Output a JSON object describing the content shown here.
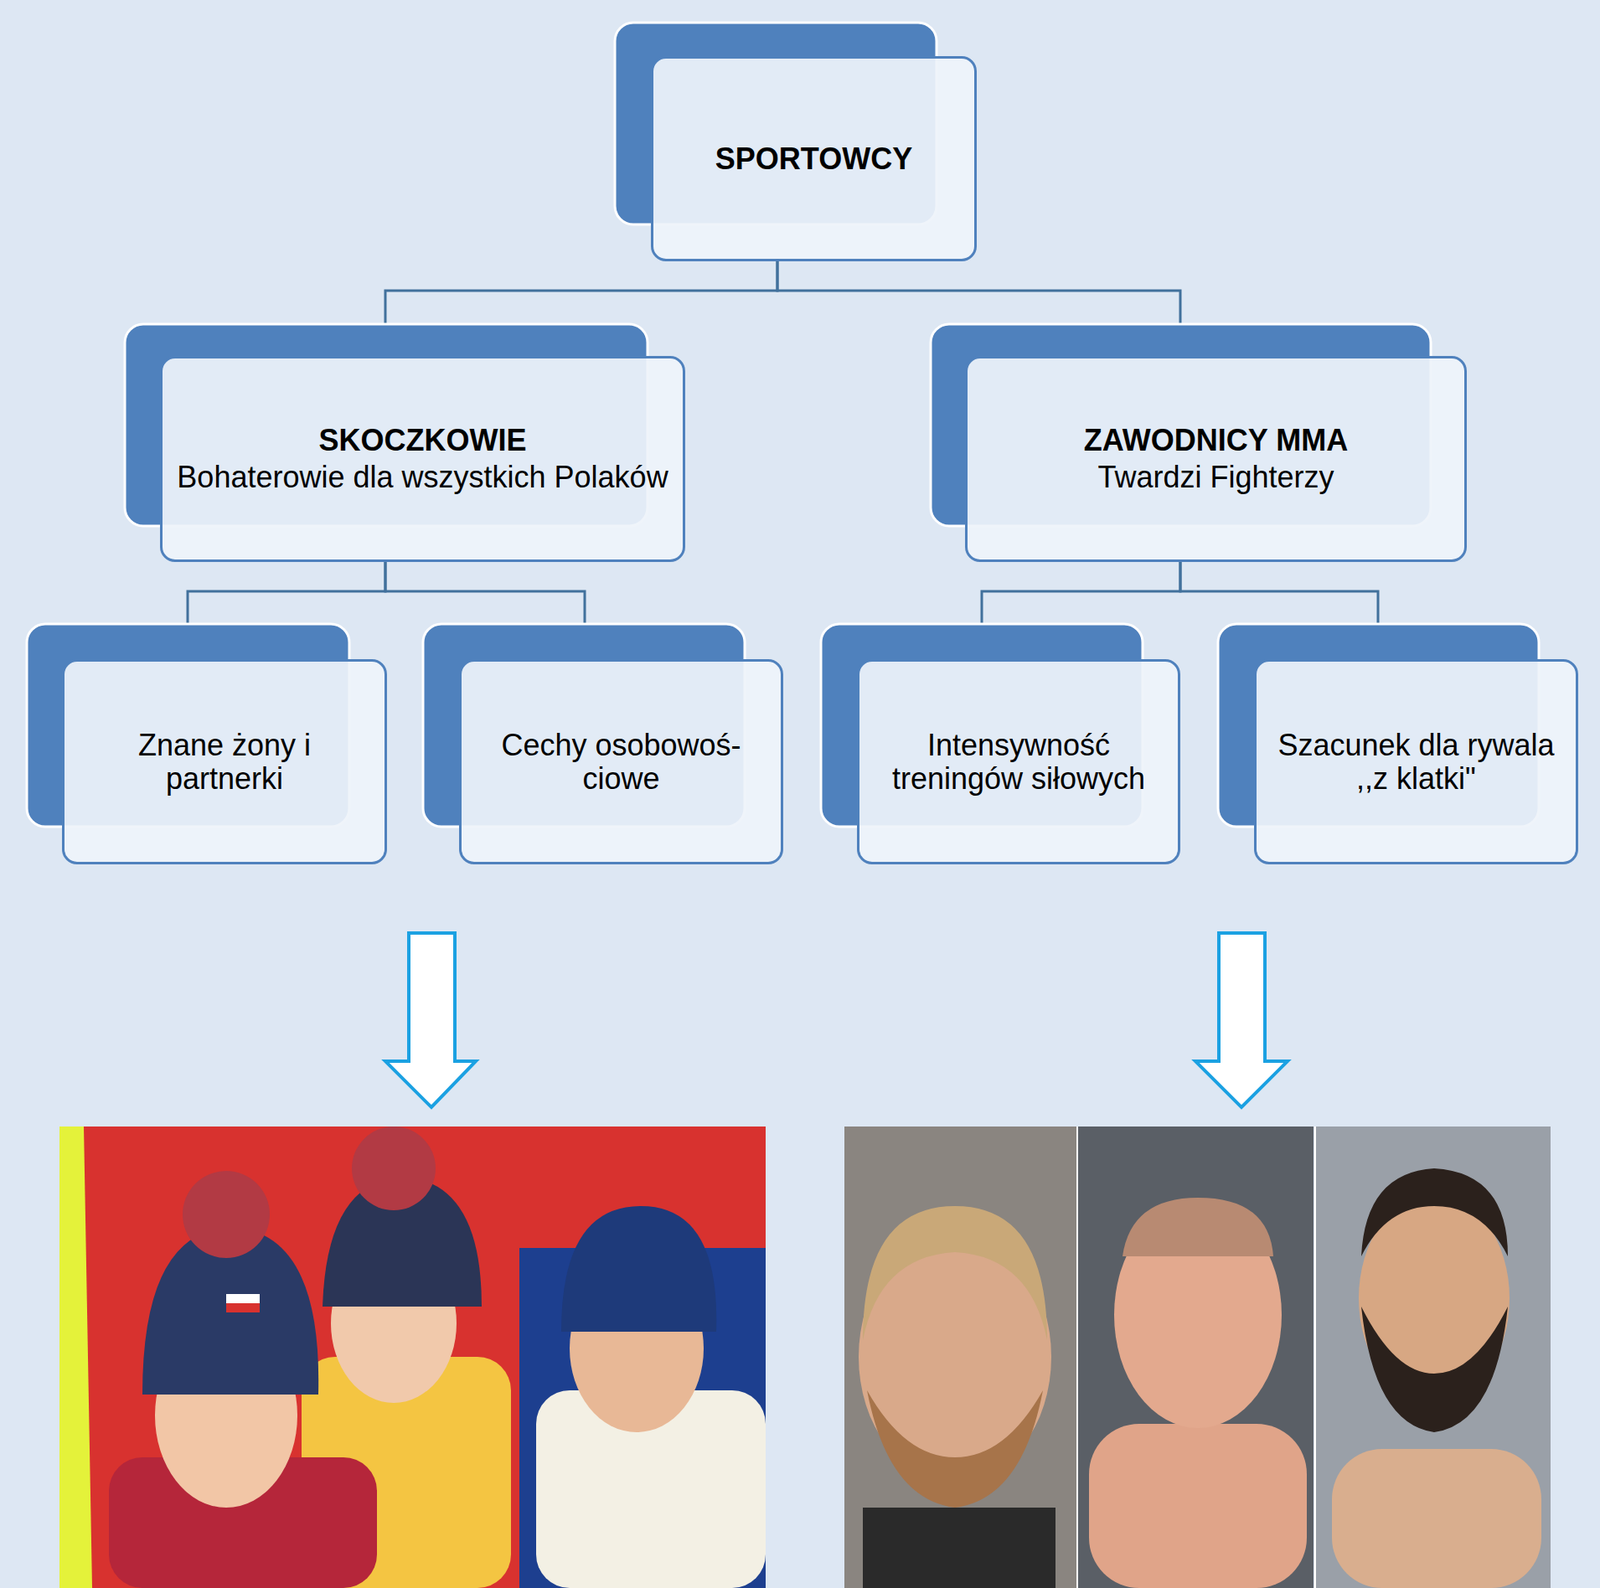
{
  "diagram": {
    "nodes": [
      {
        "text": [
          "SPORTOWCY"
        ]
      },
      {
        "text": [
          "SKOCZKOWIE",
          "Bohaterowie dla wszystkich Polaków"
        ]
      },
      {
        "text": [
          "ZAWODNICY MMA",
          "Twardzi Fighterzy"
        ]
      },
      {
        "text": [
          "Znane żony i partnerki"
        ]
      },
      {
        "text": [
          "Cechy osobowoś- ciowe"
        ]
      },
      {
        "text": [
          "Intensywność treningów siłowych"
        ]
      },
      {
        "text": [
          "Szacunek dla rywala ,,z klatki\""
        ]
      }
    ],
    "edges": [
      {
        "from": 0,
        "to": 1,
        "arrow": "none"
      },
      {
        "from": 0,
        "to": 2,
        "arrow": "none"
      },
      {
        "from": 1,
        "to": 3,
        "arrow": "none"
      },
      {
        "from": 1,
        "to": 4,
        "arrow": "none"
      },
      {
        "from": 2,
        "to": 5,
        "arrow": "none"
      },
      {
        "from": 2,
        "to": 6,
        "arrow": "none"
      }
    ]
  }
}
